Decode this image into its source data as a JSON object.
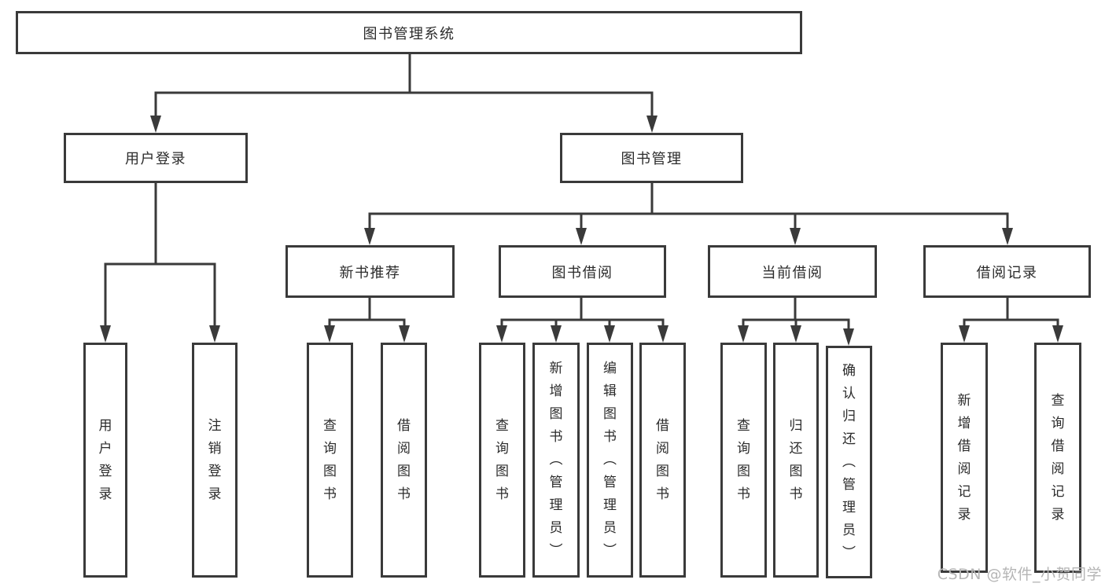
{
  "diagram": {
    "root": {
      "label": "图书管理系统"
    },
    "level2": [
      {
        "label": "用户登录"
      },
      {
        "label": "图书管理"
      }
    ],
    "level3": [
      {
        "label": "新书推荐"
      },
      {
        "label": "图书借阅"
      },
      {
        "label": "当前借阅"
      },
      {
        "label": "借阅记录"
      }
    ],
    "leaves": {
      "user_login": [
        "用户登录",
        "注销登录"
      ],
      "new_book_recommend": [
        "查询图书",
        "借阅图书"
      ],
      "book_borrow": [
        "查询图书",
        "新增图书（管理员）",
        "编辑图书（管理员）",
        "借阅图书"
      ],
      "current_borrow": [
        "查询图书",
        "归还图书",
        "确认归还（管理员）"
      ],
      "borrow_records": [
        "新增借阅记录",
        "查询借阅记录"
      ]
    }
  },
  "watermark": "CSDN @软件_小贺同学",
  "colors": {
    "line": "#3a3a3a",
    "text": "#2b2b2b",
    "watermark": "#b5b5b5",
    "background": "#ffffff"
  }
}
